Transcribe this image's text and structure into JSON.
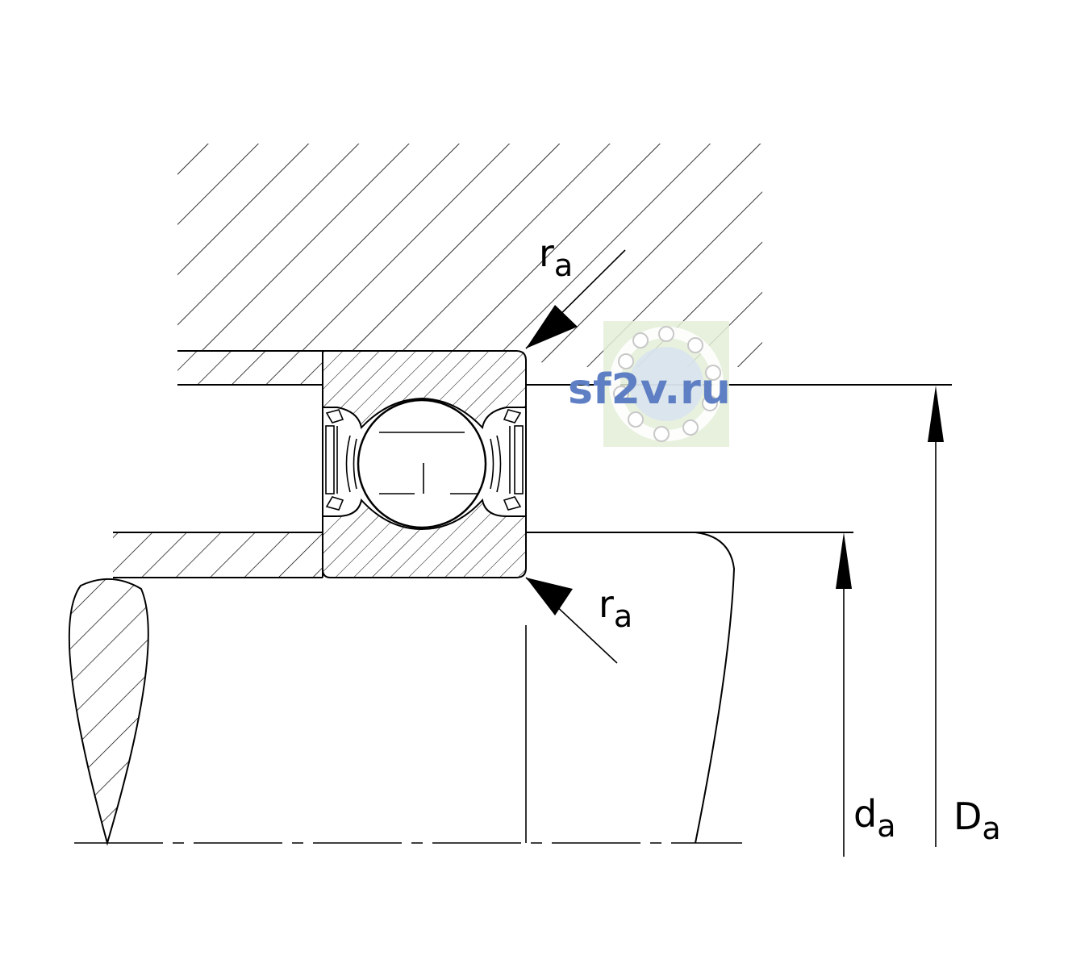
{
  "labels": {
    "ra_top": {
      "main": "r",
      "sub": "a"
    },
    "ra_bottom": {
      "main": "r",
      "sub": "a"
    },
    "da": {
      "main": "d",
      "sub": "a"
    },
    "Da": {
      "main": "D",
      "sub": "a"
    }
  },
  "watermark": {
    "text": "sf2v.ru",
    "text_color": "#5f7fc4",
    "panel_color": "#e4efd8"
  },
  "colors": {
    "line": "#000000",
    "background": "#ffffff"
  }
}
